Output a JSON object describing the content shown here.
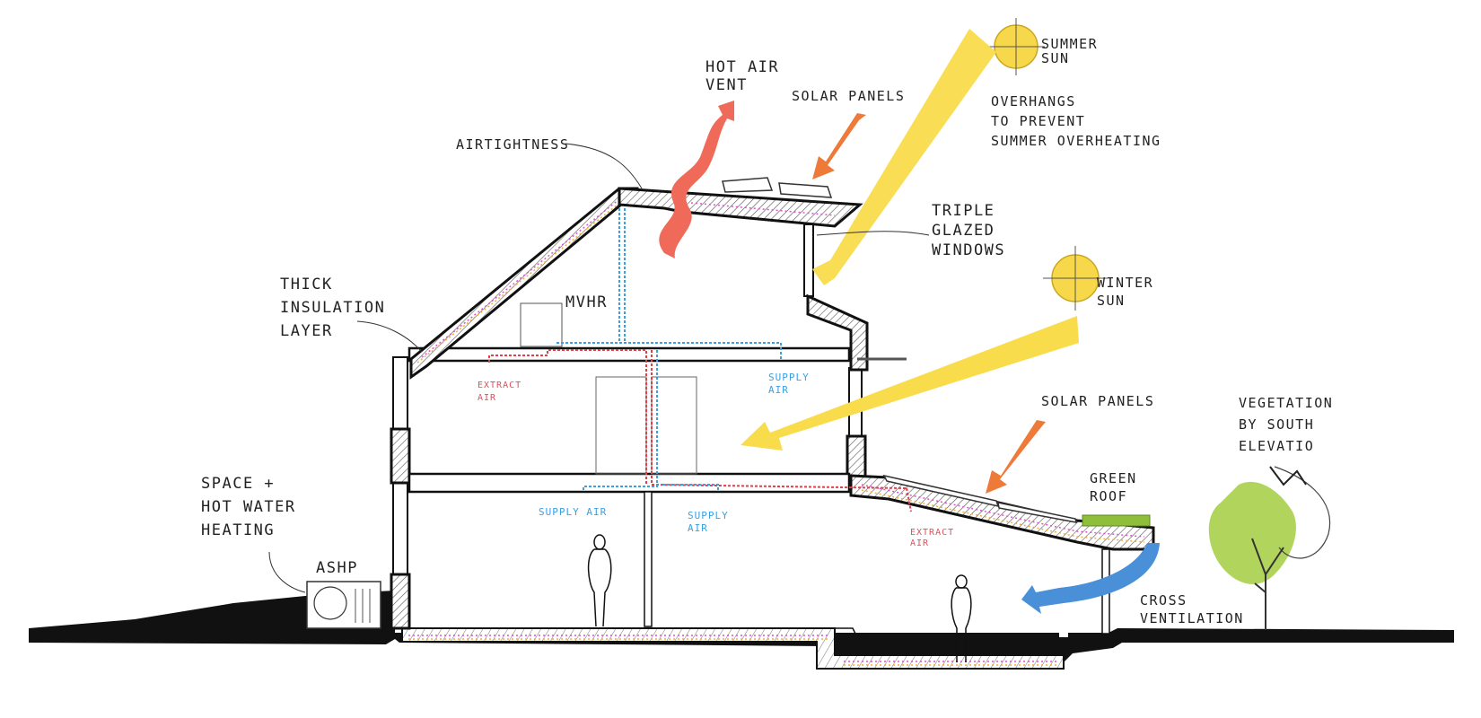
{
  "labels": {
    "hot_air_vent": [
      "HOT AIR",
      "VENT"
    ],
    "solar_panels_top": "SOLAR PANELS",
    "summer_sun": [
      "SUMMER",
      "SUN"
    ],
    "overhangs": [
      "OVERHANGS",
      "TO PREVENT",
      "SUMMER OVERHEATING"
    ],
    "airtightness": "AIRTIGHTNESS",
    "triple_glazed": [
      "TRIPLE",
      "GLAZED",
      "WINDOWS"
    ],
    "thick_insulation": [
      "THICK",
      "INSULATION",
      "LAYER"
    ],
    "mvhr": "MVHR",
    "winter_sun": [
      "WINTER",
      "SUN"
    ],
    "extract_air_top": [
      "EXTRACT",
      "AIR"
    ],
    "supply_air_top": [
      "SUPPLY",
      "AIR"
    ],
    "solar_panels_lower": "SOLAR PANELS",
    "vegetation": [
      "VEGETATION",
      "BY SOUTH",
      "ELEVATIO"
    ],
    "green_roof": [
      "GREEN",
      "ROOF"
    ],
    "space_heating": [
      "SPACE +",
      "HOT WATER",
      "HEATING"
    ],
    "ashp": "ASHP",
    "supply_air_left": "SUPPLY AIR",
    "supply_air_mid": [
      "SUPPLY",
      "AIR"
    ],
    "extract_air_right": [
      "EXTRACT",
      "AIR"
    ],
    "cross_ventilation": [
      "CROSS",
      "VENTILATION"
    ]
  },
  "colors": {
    "sun_yellow": "#f7d84a",
    "sun_ray": "#f9dc4c",
    "hot_air_red": "#f06a5a",
    "solar_arrow_orange": "#ee7a3a",
    "supply_blue": "#3aa0e0",
    "extract_red": "#e0404a",
    "insulation_pink": "#e24fd0",
    "insulation_yellow": "#f0b030",
    "green_roof": "#8fbf3a",
    "tree_green": "#a9d04a",
    "cross_vent_blue": "#4a90d8",
    "ground_black": "#111111"
  }
}
